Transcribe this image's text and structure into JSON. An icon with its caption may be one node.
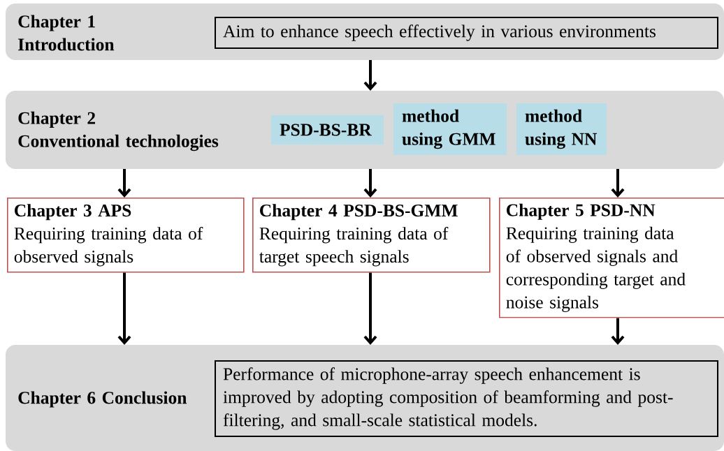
{
  "diagram": {
    "nodes": [
      {
        "text": [
          "Chapter 1",
          "Introduction"
        ]
      },
      {
        "text": [
          "Aim to enhance speech effectively in various environments"
        ],
        "in": 0
      },
      {
        "text": [
          "Chapter 2",
          "Conventional technologies"
        ]
      },
      {
        "text": [
          "PSD-BS-BR"
        ],
        "in": 2
      },
      {
        "text": [
          "method using GMM"
        ],
        "in": 2
      },
      {
        "text": [
          "method using NN"
        ],
        "in": 2
      },
      {
        "text": [
          "Chapter 3 APS",
          "Requiring training data of observed signals"
        ]
      },
      {
        "text": [
          "Chapter 4 PSD-BS-GMM",
          "Requiring training data of target speech signals"
        ]
      },
      {
        "text": [
          "Chapter 5 PSD-NN",
          "Requiring training data of observed signals and corresponding target and noise signals"
        ]
      },
      {
        "text": [
          "Chapter 6 Conclusion"
        ]
      },
      {
        "text": [
          "Performance of microphone-array speech enhancement is improved by adopting composition of beamforming and post-filtering, and small-scale statistical models."
        ],
        "in": 9
      }
    ],
    "edges": [
      {
        "from": 0,
        "to": 2,
        "arrow": "to"
      },
      {
        "from": 2,
        "to": 6,
        "arrow": "to"
      },
      {
        "from": 2,
        "to": 7,
        "arrow": "to"
      },
      {
        "from": 2,
        "to": 8,
        "arrow": "to"
      },
      {
        "from": 6,
        "to": 9,
        "arrow": "to"
      },
      {
        "from": 7,
        "to": 9,
        "arrow": "to"
      },
      {
        "from": 8,
        "to": 9,
        "arrow": "to"
      }
    ]
  }
}
